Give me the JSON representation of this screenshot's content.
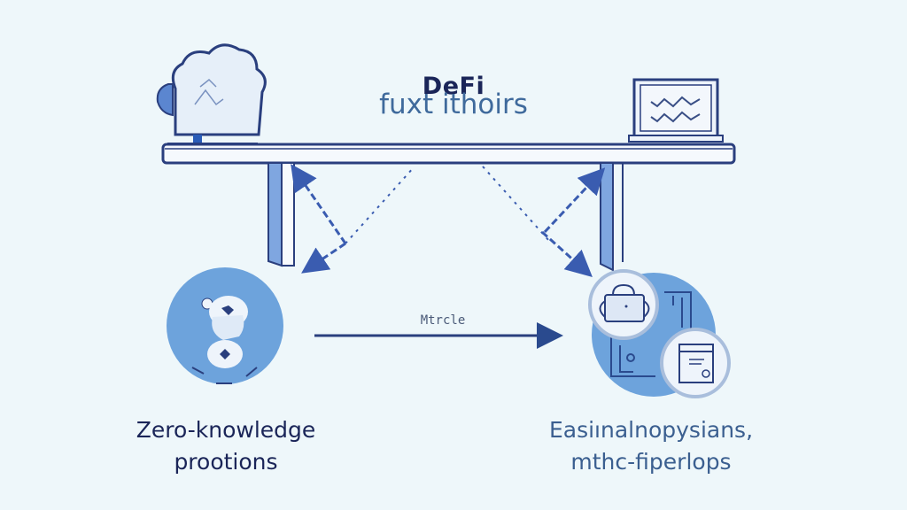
{
  "title": {
    "main": "DeFi",
    "subtitle": "fuxt ithoirs"
  },
  "left_node": {
    "label_line1": "Zero-knowledge",
    "label_line2": "prootions",
    "icon": "robot-figure-icon"
  },
  "right_node": {
    "label_line1": "Easiınalnopysians,",
    "label_line2": "mthc-fiperlops",
    "icons": [
      "lock-icon",
      "document-window-icon",
      "circuit-icon"
    ]
  },
  "connector": {
    "label": "Mtrcle",
    "direction": "left-to-right"
  },
  "top_left_icon": "cloud-network-icon",
  "top_right_icon": "laptop-chart-icon",
  "colors": {
    "background": "#eef7fa",
    "dark_navy": "#2a3f7e",
    "accent_blue": "#5b9bd5",
    "light_blue": "#8fb6e8",
    "title_dark": "#1a2558",
    "title_blue": "#3f6a9c"
  }
}
